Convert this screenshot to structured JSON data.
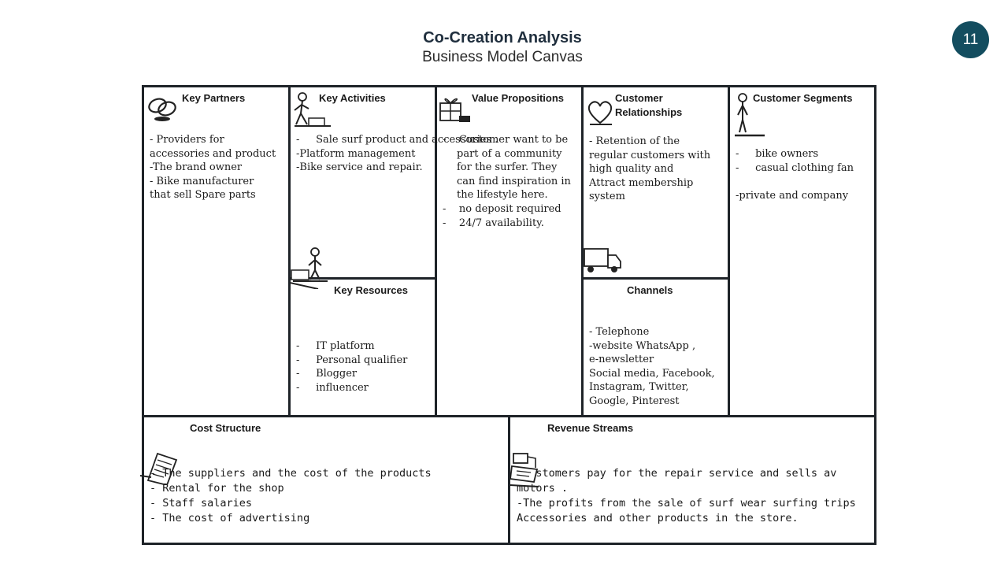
{
  "header": {
    "title": "Co-Creation Analysis",
    "subtitle": "Business Model Canvas",
    "page_number": "11"
  },
  "canvas": {
    "key_partners": {
      "heading": "Key Partners",
      "lines": [
        " - Providers for",
        "accessories and product",
        "-The brand owner",
        "- Bike manufacturer",
        "that sell Spare parts"
      ]
    },
    "key_activities": {
      "heading": "Key Activities",
      "items": [
        "Sale surf product and accessories .",
        "-Platform management",
        "-Bike service and repair."
      ]
    },
    "value_propositions": {
      "heading": "Value Propositions",
      "items": [
        "Customer want to be part of a community for the surfer. They can find inspiration in the lifestyle here.",
        "no deposit required",
        "24/7 availability."
      ]
    },
    "customer_relationships": {
      "heading": "Customer Relationships",
      "lines": [
        "- Retention of the",
        "regular customers with",
        "high quality and",
        "Attract membership",
        "system"
      ]
    },
    "customer_segments": {
      "heading": "Customer Segments",
      "items": [
        "bike owners",
        "casual clothing fan"
      ],
      "extra": "-private and company"
    },
    "key_resources": {
      "heading": "Key Resources",
      "items": [
        "IT platform",
        "Personal qualifier",
        "Blogger",
        "influencer"
      ]
    },
    "channels": {
      "heading": "Channels",
      "lines": [
        "- Telephone",
        "-website WhatsApp ,",
        "e-newsletter",
        "Social media, Facebook,",
        "Instagram, Twitter,",
        "Google, Pinterest"
      ]
    },
    "cost_structure": {
      "heading": "Cost Structure",
      "lines": [
        "- The suppliers and the cost of the products",
        "- Rental for the shop",
        "- Staff salaries",
        "- The cost of advertising"
      ]
    },
    "revenue_streams": {
      "heading": "Revenue Streams",
      "lines": [
        "-customers  pay for the  repair service and sells av",
        "motors .",
        "-The profits from the sale of surf wear surfing trips",
        "Accessories and other products in the store."
      ]
    }
  },
  "icons": [
    "rings-icon",
    "worker-icon",
    "gift-icon",
    "heart-icon",
    "standing-person-icon",
    "person-with-box-icon",
    "truck-icon",
    "receipt-icon",
    "cash-register-icon"
  ]
}
